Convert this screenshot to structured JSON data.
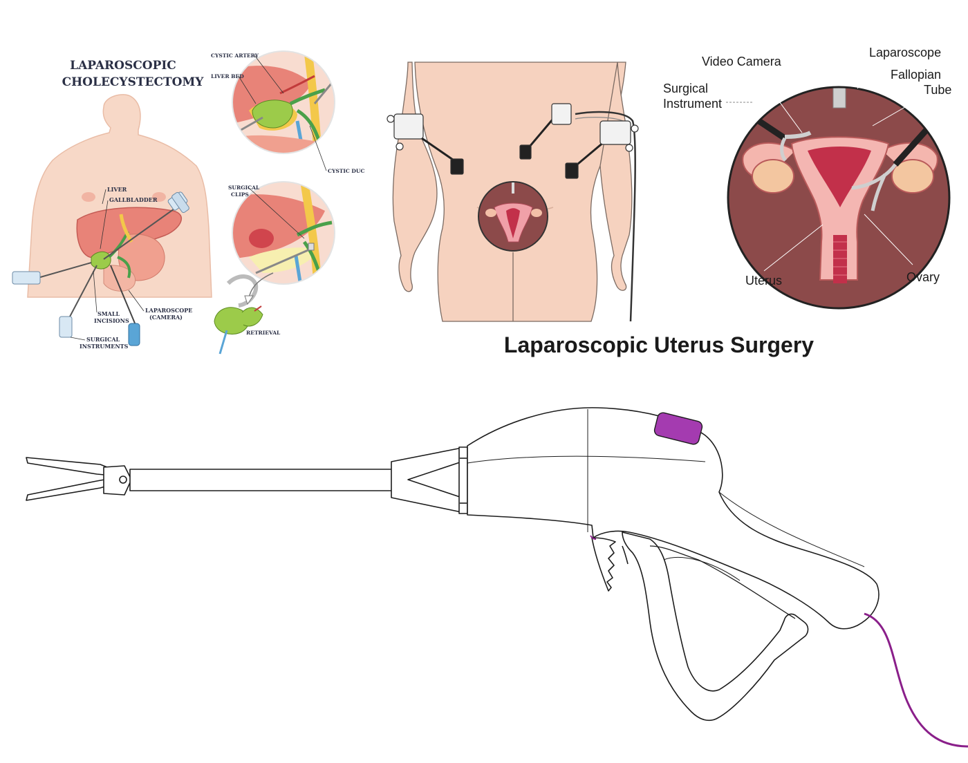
{
  "cholecystectomy": {
    "title_line1": "LAPAROSCOPIC",
    "title_line2": "CHOLECYSTECTOMY",
    "labels": {
      "liver": "LIVER",
      "gallbladder": "GALLBLADDER",
      "small_incisions_1": "SMALL",
      "small_incisions_2": "INCISIONS",
      "laparoscope_1": "LAPAROSCOPE",
      "laparoscope_2": "(CAMERA)",
      "surgical_instruments_1": "SURGICAL",
      "surgical_instruments_2": "INSTRUMENTS",
      "cystic_artery": "CYSTIC ARTERY",
      "liver_bed": "LIVER BED",
      "cystic_duct": "CYSTIC DUC",
      "surgical_clips_1": "SURGICAL",
      "surgical_clips_2": "CLIPS",
      "retrieval": "RETRIEVAL"
    }
  },
  "uterus": {
    "title": "Laparoscopic Uterus Surgery",
    "labels": {
      "video_camera": "Video Camera",
      "laparoscope": "Laparoscope",
      "fallopian_1": "Fallopian",
      "fallopian_2": "Tube",
      "surgical_instrument_1": "Surgical",
      "surgical_instrument_2": "Instrument",
      "uterus": "Uterus",
      "ovary": "Ovary"
    }
  },
  "colors": {
    "skin": "#f6d2bf",
    "organ_red": "#e8817a",
    "gallbladder_green": "#9ccb4a",
    "duct_green": "#4aa04a",
    "tool_blue": "#5aa5d6",
    "pelvic_bg": "#8c4a4a",
    "cable_purple": "#8a1f8a",
    "button_purple": "#a43bb0"
  }
}
